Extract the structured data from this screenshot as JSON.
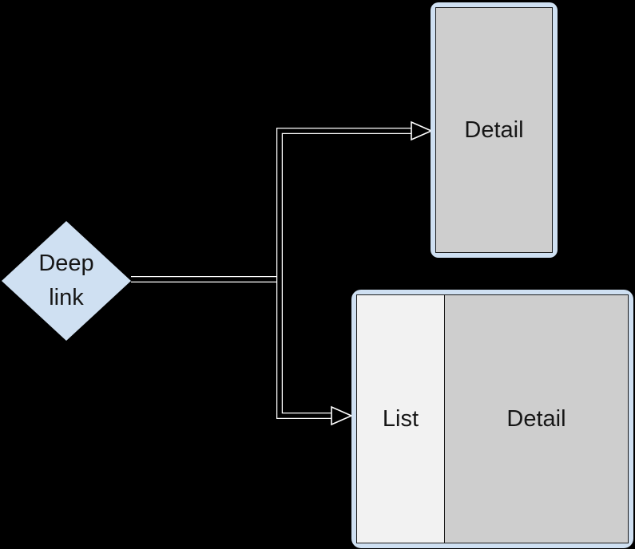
{
  "diagram": {
    "title": "Deep link navigation diagram",
    "background_color": "#000000",
    "colors": {
      "node_fill_blue": "#cfe0f2",
      "detail_pane_gray": "#cecece",
      "list_pane_gray": "#f2f2f2",
      "screen_border": "#1c1c1c",
      "connector_white": "#ffffff",
      "text": "#161616"
    },
    "nodes": {
      "deep_link": {
        "label": "Deep\nlink",
        "shape": "diamond"
      },
      "phone": {
        "detail_label": "Detail",
        "orientation": "portrait"
      },
      "tablet": {
        "list_label": "List",
        "detail_label": "Detail",
        "orientation": "landscape"
      }
    },
    "edges": [
      {
        "from": "deep_link",
        "to": "phone",
        "style": "hollow-line-open-arrow"
      },
      {
        "from": "deep_link",
        "to": "tablet",
        "style": "hollow-line-open-arrow"
      }
    ]
  }
}
